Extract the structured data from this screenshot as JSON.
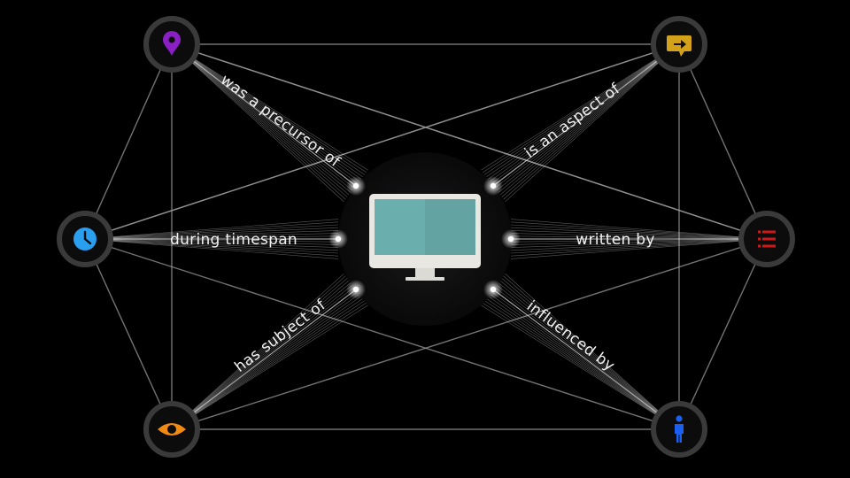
{
  "colors": {
    "background": "#000000",
    "node_fill": "#0c0c0c",
    "node_ring": "#3a3a3a",
    "edge": "#9a9a9a",
    "place": "#8a1fc4",
    "speech": "#d4a21a",
    "clock": "#2a9ff0",
    "list": "#d01818",
    "eye": "#f08a10",
    "person": "#1a5ff0",
    "screen": "#6aaead"
  },
  "nodes": [
    {
      "id": "place",
      "icon": "location-pin-icon"
    },
    {
      "id": "speech",
      "icon": "speech-arrow-icon"
    },
    {
      "id": "clock",
      "icon": "clock-icon"
    },
    {
      "id": "list",
      "icon": "list-icon"
    },
    {
      "id": "eye",
      "icon": "eye-icon"
    },
    {
      "id": "person",
      "icon": "person-icon"
    }
  ],
  "center": {
    "icon": "computer-monitor-icon"
  },
  "relations": [
    {
      "label": "was a precursor of",
      "node": "place"
    },
    {
      "label": "is an aspect of",
      "node": "speech"
    },
    {
      "label": "during timespan",
      "node": "clock"
    },
    {
      "label": "written by",
      "node": "list"
    },
    {
      "label": "has subject of",
      "node": "eye"
    },
    {
      "label": "influenced by",
      "node": "person"
    }
  ]
}
